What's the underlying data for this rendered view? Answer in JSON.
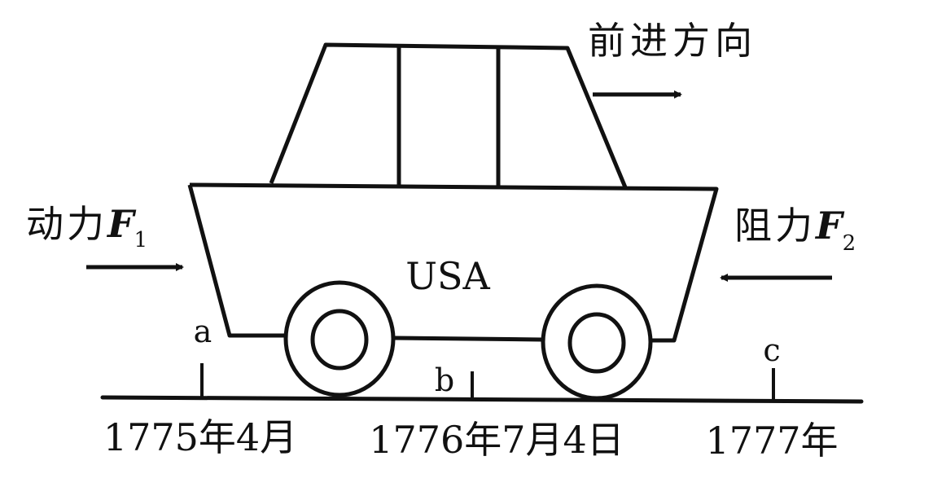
{
  "diagram": {
    "subject": "USA",
    "forward_label": "前进方向",
    "driving_force": {
      "label": "动力",
      "symbol": "F",
      "subscript": "1"
    },
    "resistance_force": {
      "label": "阻力",
      "symbol": "F",
      "subscript": "2"
    },
    "timeline": {
      "points": [
        {
          "marker": "a",
          "date": "1775年4月"
        },
        {
          "marker": "b",
          "date": "1776年7月4日"
        },
        {
          "marker": "c",
          "date": "1777年"
        }
      ]
    },
    "colors": {
      "stroke": "#111111",
      "background": "#ffffff"
    }
  }
}
